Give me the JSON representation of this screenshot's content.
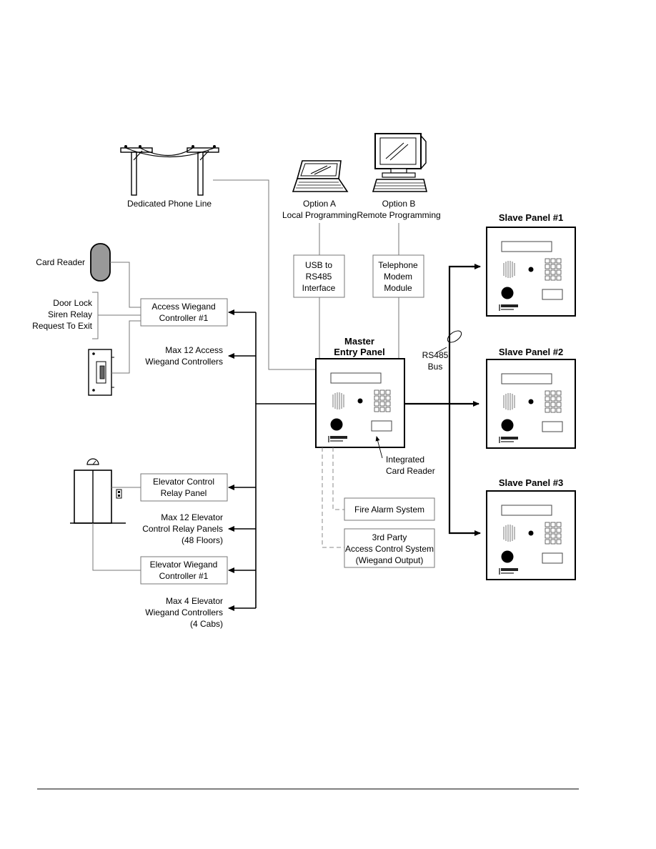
{
  "labels": {
    "phone_line": "Dedicated Phone Line",
    "option_a_1": "Option A",
    "option_a_2": "Local Programming",
    "option_b_1": "Option B",
    "option_b_2": "Remote Programming",
    "usb_1": "USB to",
    "usb_2": "RS485",
    "usb_3": "Interface",
    "tel_1": "Telephone",
    "tel_2": "Modem",
    "tel_3": "Module",
    "card_reader": "Card Reader",
    "door_lock": "Door Lock",
    "siren_relay": "Siren Relay",
    "request_exit": "Request To Exit",
    "access_ctrl_1": "Access Wiegand",
    "access_ctrl_2": "Controller #1",
    "max_access_1": "Max 12 Access",
    "max_access_2": "Wiegand Controllers",
    "master_1": "Master",
    "master_2": "Entry Panel",
    "rs485_1": "RS485",
    "rs485_2": "Bus",
    "integrated_1": "Integrated",
    "integrated_2": "Card Reader",
    "elev_relay_1": "Elevator Control",
    "elev_relay_2": "Relay Panel",
    "max_elev_1": "Max 12 Elevator",
    "max_elev_2": "Control Relay Panels",
    "max_elev_3": "(48 Floors)",
    "elev_wieg_1": "Elevator Wiegand",
    "elev_wieg_2": "Controller #1",
    "max_elevw_1": "Max 4 Elevator",
    "max_elevw_2": "Wiegand Controllers",
    "max_elevw_3": "(4 Cabs)",
    "fire_alarm": "Fire Alarm System",
    "third_1": "3rd Party",
    "third_2": "Access Control System",
    "third_3": "(Wiegand Output)",
    "slave_1": "Slave Panel #1",
    "slave_2": "Slave Panel #2",
    "slave_3": "Slave Panel #3"
  },
  "icons": [
    "telephone-pole-icon",
    "laptop-icon",
    "desktop-computer-icon",
    "card-reader-icon",
    "door-strike-icon",
    "elevator-icon",
    "entry-panel-icon"
  ]
}
